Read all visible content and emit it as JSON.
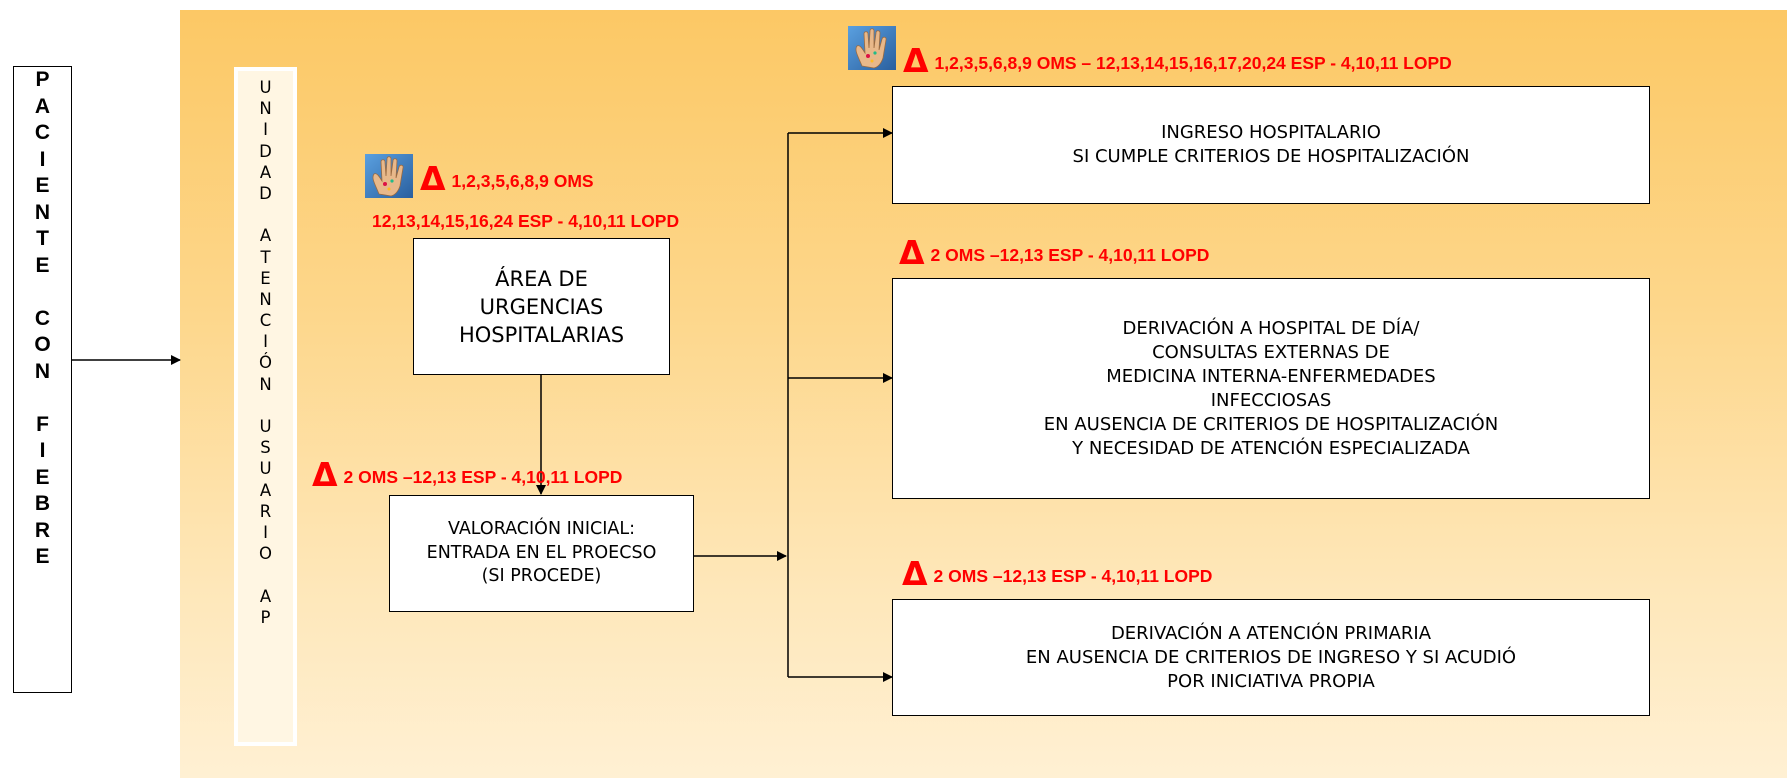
{
  "paciente": {
    "letters": [
      "P",
      "A",
      "C",
      "I",
      "E",
      "N",
      "T",
      "E",
      "",
      "C",
      "O",
      "N",
      "",
      "F",
      "I",
      "E",
      "B",
      "R",
      "E"
    ]
  },
  "unidad": {
    "letters": [
      "U",
      "N",
      "I",
      "D",
      "A",
      "D",
      "",
      "A",
      "T",
      "E",
      "N",
      "C",
      "I",
      "Ó",
      "N",
      "",
      "U",
      "S",
      "U",
      "A",
      "R",
      "I",
      "O",
      "",
      "A",
      "P"
    ]
  },
  "annotations": {
    "delta_symbol": "Δ",
    "urgencias_line1": "1,2,3,5,6,8,9 OMS",
    "urgencias_line2": "12,13,14,15,16,24 ESP - 4,10,11 LOPD",
    "valoracion": "2 OMS –12,13 ESP - 4,10,11 LOPD",
    "ingreso": "1,2,3,5,6,8,9 OMS – 12,13,14,15,16,17,20,24 ESP - 4,10,11 LOPD",
    "derivacion_hdd": "2 OMS –12,13 ESP - 4,10,11 LOPD",
    "derivacion_ap": "2 OMS –12,13 ESP - 4,10,11 LOPD"
  },
  "boxes": {
    "urgencias": [
      "ÁREA DE",
      "URGENCIAS",
      "HOSPITALARIAS"
    ],
    "valoracion": [
      "VALORACIÓN INICIAL:",
      "ENTRADA EN EL PROECSO",
      "(SI PROCEDE)"
    ],
    "ingreso": [
      "INGRESO HOSPITALARIO",
      "SI CUMPLE CRITERIOS DE HOSPITALIZACIÓN"
    ],
    "derivacion_hdd": [
      "DERIVACIÓN A HOSPITAL DE DÍA/",
      "CONSULTAS EXTERNAS DE",
      "MEDICINA INTERNA-ENFERMEDADES",
      "INFECCIOSAS",
      "EN AUSENCIA DE CRITERIOS DE HOSPITALIZACIÓN",
      "Y NECESIDAD DE ATENCIÓN ESPECIALIZADA"
    ],
    "derivacion_ap": [
      "DERIVACIÓN A ATENCIÓN PRIMARIA",
      "EN AUSENCIA DE CRITERIOS DE INGRESO Y SI ACUDIÓ",
      "POR INICIATIVA PROPIA"
    ]
  },
  "icons": {
    "hand_icon": "hand-icon",
    "colors": {
      "panel": "#fcc865",
      "annotation": "#ff0000"
    }
  }
}
